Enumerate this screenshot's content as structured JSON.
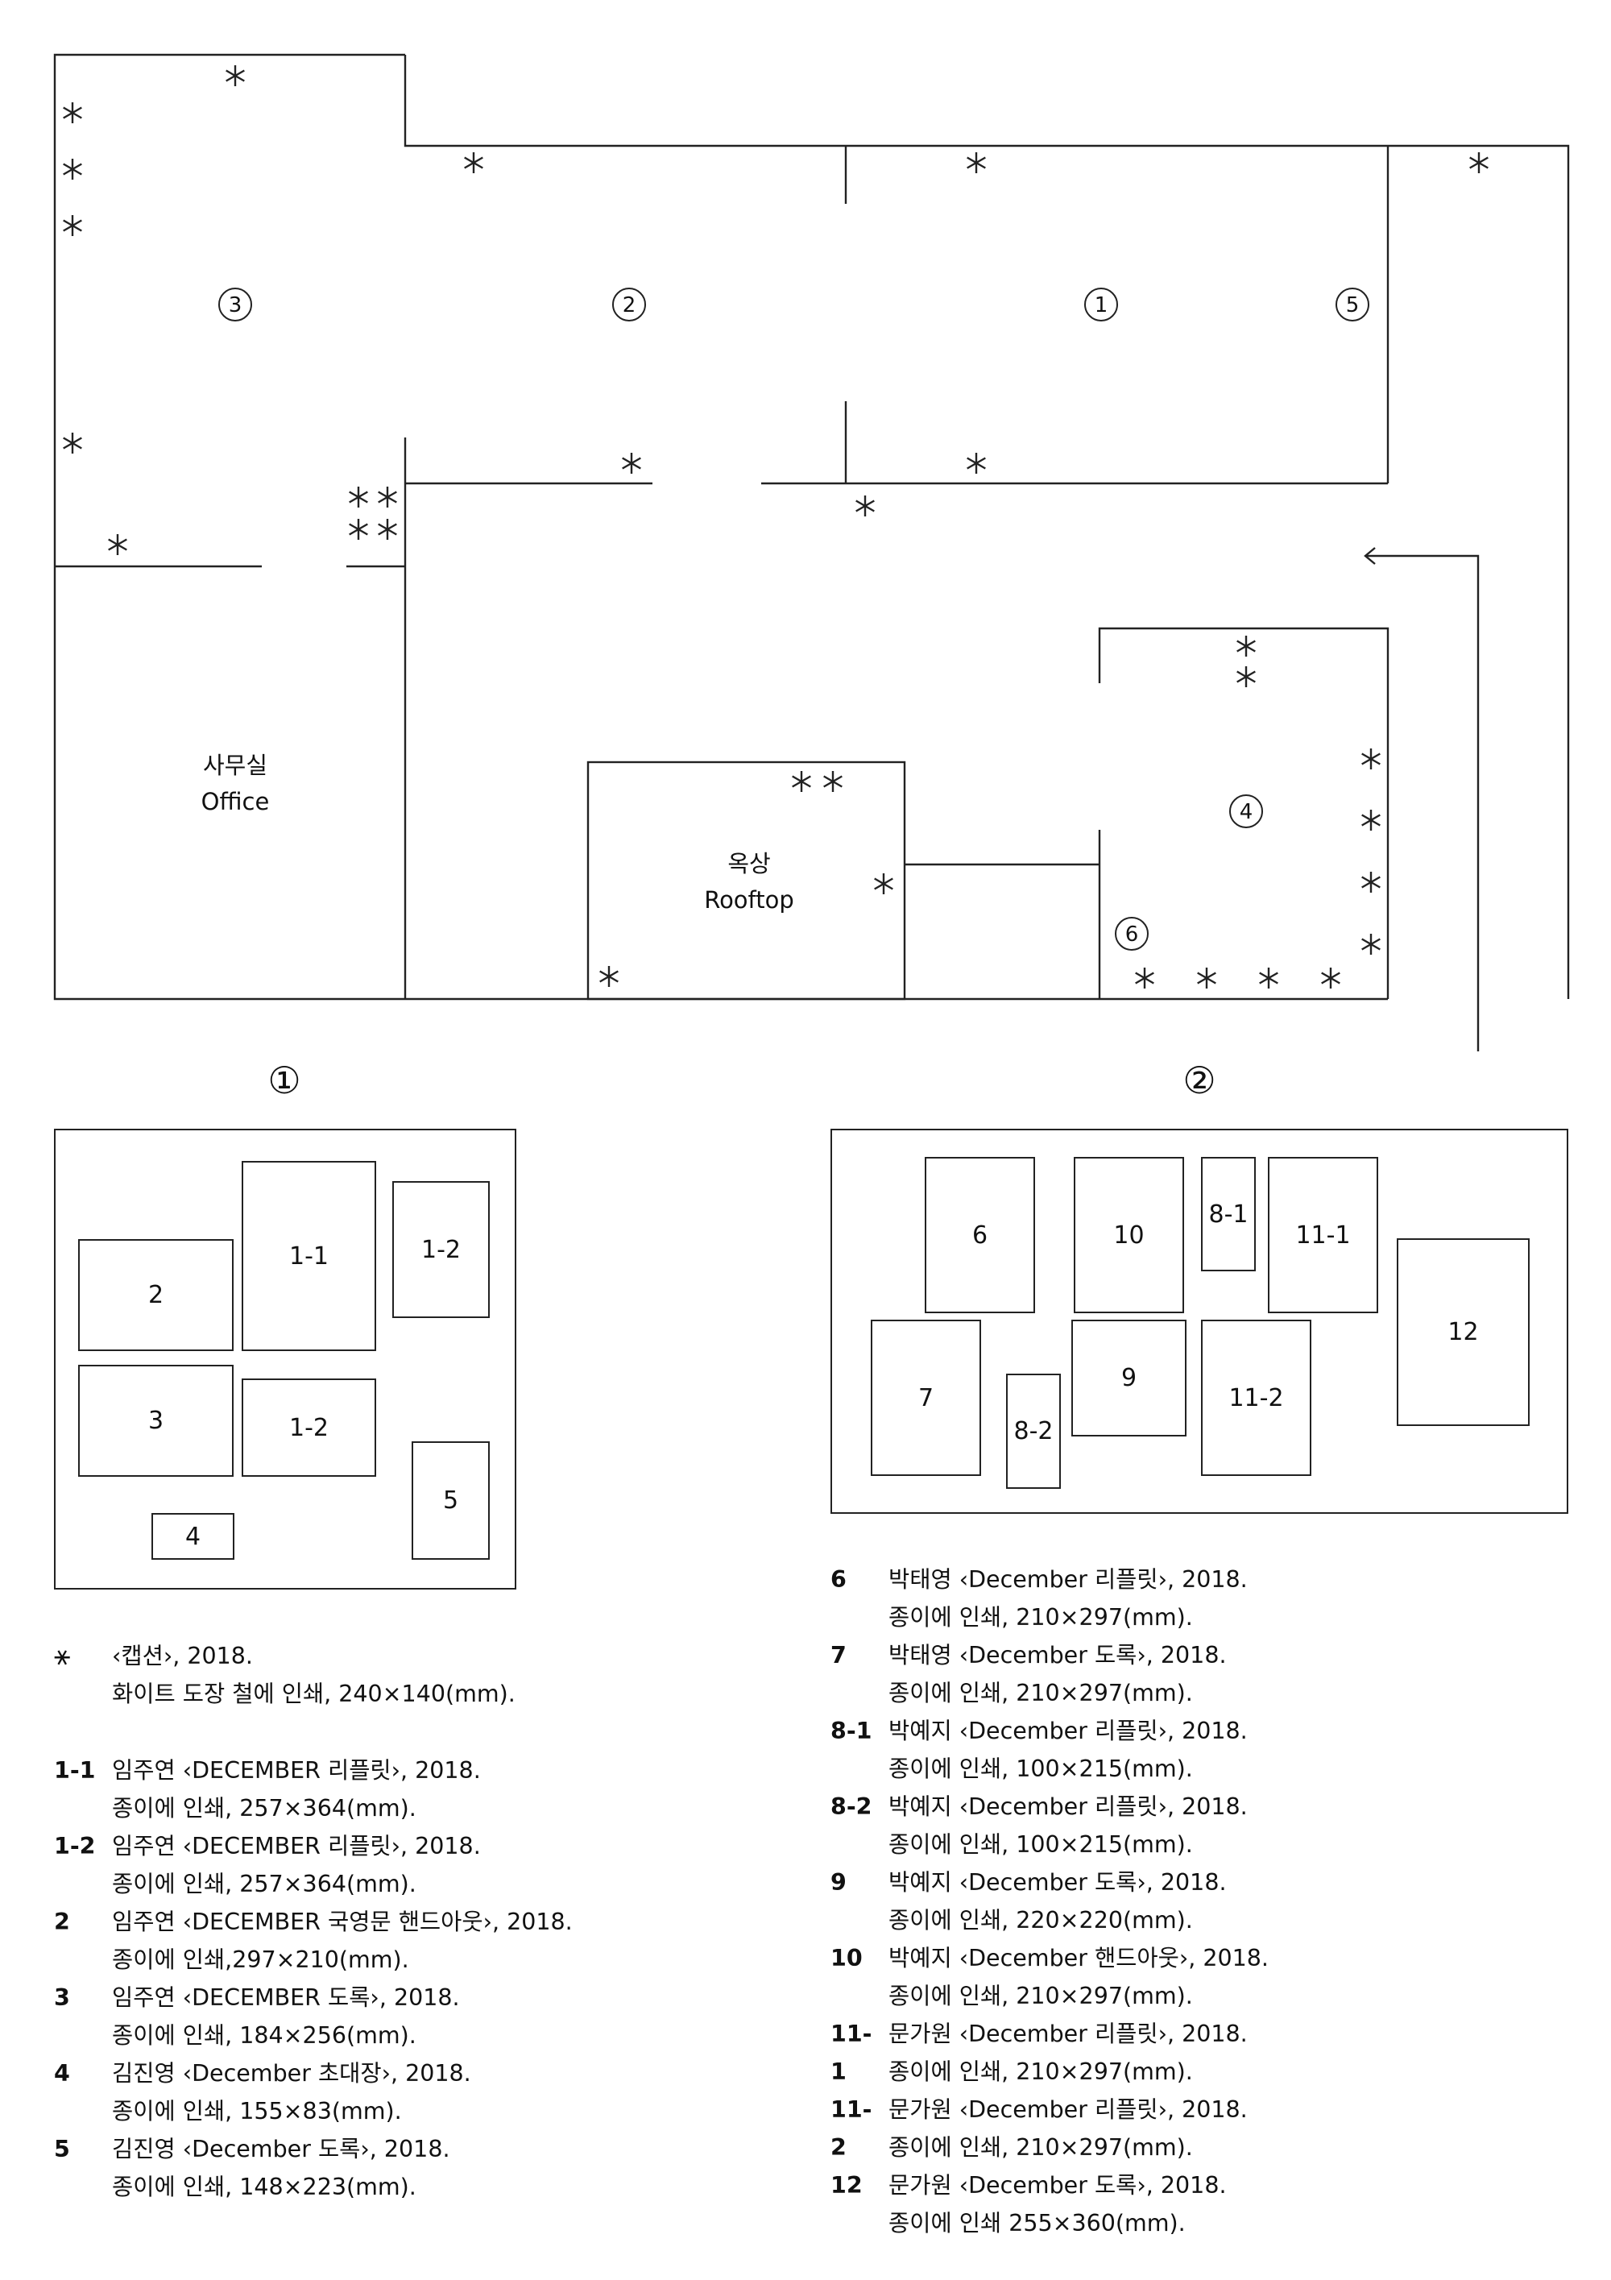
{
  "floor_plan": {
    "rooms": {
      "office": {
        "name_ko": "사무실",
        "name_en": "Office"
      },
      "rooftop": {
        "name_ko": "옥상",
        "name_en": "Rooftop"
      }
    },
    "zone_markers": [
      "1",
      "2",
      "3",
      "4",
      "5",
      "6"
    ],
    "wall_markers": [
      "①",
      "②"
    ],
    "caption_symbol": "⚹"
  },
  "wall_1": {
    "title": "①",
    "works": [
      "1-1",
      "1-2",
      "2",
      "3",
      "1-2",
      "4",
      "5"
    ]
  },
  "wall_2": {
    "title": "②",
    "works": [
      "6",
      "10",
      "8-1",
      "11-1",
      "7",
      "8-2",
      "9",
      "11-2",
      "12"
    ]
  },
  "credits_left": [
    {
      "num": "⚹",
      "line1": "‹캡션›, 2018.",
      "line2": "화이트 도장 철에 인쇄, 240×140(mm)."
    },
    {
      "num": "1-1",
      "line1": "임주연 ‹DECEMBER 리플릿›, 2018.",
      "line2": "종이에 인쇄, 257×364(mm)."
    },
    {
      "num": "1-2",
      "line1": "임주연 ‹DECEMBER 리플릿›, 2018.",
      "line2": "종이에 인쇄, 257×364(mm)."
    },
    {
      "num": "2",
      "line1": "임주연 ‹DECEMBER 국영문 핸드아웃›, 2018.",
      "line2": "종이에 인쇄,297×210(mm)."
    },
    {
      "num": "3",
      "line1": "임주연 ‹DECEMBER 도록›, 2018.",
      "line2": "종이에 인쇄, 184×256(mm)."
    },
    {
      "num": "4",
      "line1": "김진영 ‹December 초대장›, 2018.",
      "line2": "종이에 인쇄, 155×83(mm)."
    },
    {
      "num": "5",
      "line1": "김진영 ‹December 도록›, 2018.",
      "line2": "종이에 인쇄, 148×223(mm)."
    }
  ],
  "credits_right": [
    {
      "num": "6",
      "line1": "박태영 ‹December 리플릿›, 2018.",
      "line2": "종이에 인쇄, 210×297(mm)."
    },
    {
      "num": "7",
      "line1": "박태영 ‹December 도록›, 2018.",
      "line2": "종이에 인쇄, 210×297(mm)."
    },
    {
      "num": "8-1",
      "line1": "박예지 ‹December 리플릿›, 2018.",
      "line2": "종이에 인쇄, 100×215(mm)."
    },
    {
      "num": "8-2",
      "line1": "박예지 ‹December 리플릿›, 2018.",
      "line2": "종이에 인쇄, 100×215(mm)."
    },
    {
      "num": "9",
      "line1": "박예지 ‹December 도록›, 2018.",
      "line2": "종이에 인쇄, 220×220(mm)."
    },
    {
      "num": "10",
      "line1": "박예지 ‹December 핸드아웃›, 2018.",
      "line2": "종이에 인쇄, 210×297(mm)."
    },
    {
      "num": "11-1",
      "line1": "문가원 ‹December 리플릿›, 2018.",
      "line2": "종이에 인쇄, 210×297(mm)."
    },
    {
      "num": "11-2",
      "line1": "문가원 ‹December 리플릿›, 2018.",
      "line2": "종이에 인쇄, 210×297(mm)."
    },
    {
      "num": "12",
      "line1": "문가원 ‹December 도록›, 2018.",
      "line2": "종이에 인쇄 255×360(mm)."
    }
  ]
}
